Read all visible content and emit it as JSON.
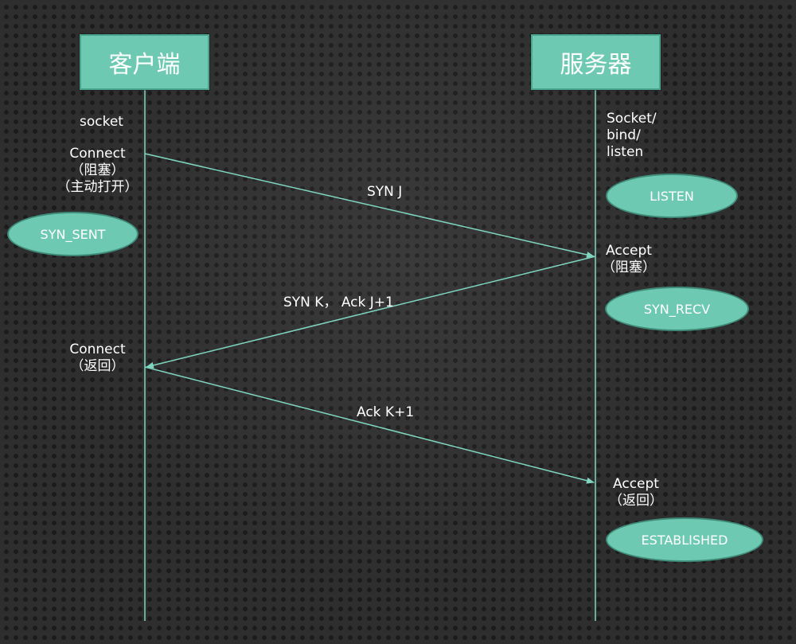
{
  "lanes": {
    "client": {
      "title": "客户端"
    },
    "server": {
      "title": "服务器"
    }
  },
  "client_labels": {
    "socket": "socket",
    "connect_line1": "Connect",
    "connect_line2": "（阻塞）",
    "connect_line3": "（主动打开）",
    "connect_return_line1": "Connect",
    "connect_return_line2": "（返回）"
  },
  "server_labels": {
    "socket_line1": "Socket/",
    "socket_line2": "bind/",
    "socket_line3": "listen",
    "accept_line1": "Accept",
    "accept_line2": "（阻塞）",
    "accept_return_line1": "Accept",
    "accept_return_line2": "（返回）"
  },
  "messages": {
    "syn": "SYN J",
    "syn_ack": "SYN K， Ack J+1",
    "ack": "Ack K+1"
  },
  "states": {
    "syn_sent": "SYN_SENT",
    "listen": "LISTEN",
    "syn_recv": "SYN_RECV",
    "established": "ESTABLISHED"
  },
  "colors": {
    "accent": "#6ec9b3",
    "line": "#7fd6c0",
    "background": "#2e2e2e"
  }
}
